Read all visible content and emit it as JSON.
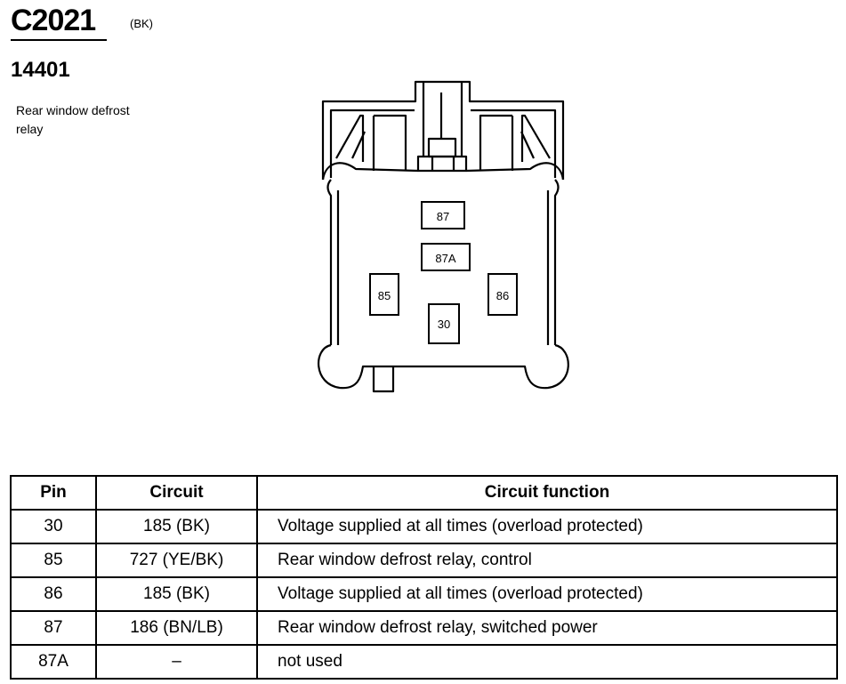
{
  "connector": {
    "id": "C2021",
    "color": "(BK)",
    "part_number": "14401",
    "description_lines": [
      "Rear window defrost",
      "relay"
    ]
  },
  "terminals": [
    {
      "label": "87"
    },
    {
      "label": "87A"
    },
    {
      "label": "85"
    },
    {
      "label": "86"
    },
    {
      "label": "30"
    }
  ],
  "table": {
    "headers": [
      "Pin",
      "Circuit",
      "Circuit function"
    ],
    "rows": [
      {
        "pin": "30",
        "circuit": "185 (BK)",
        "function": "Voltage supplied at all times (overload protected)"
      },
      {
        "pin": "85",
        "circuit": "727 (YE/BK)",
        "function": "Rear window defrost relay, control"
      },
      {
        "pin": "86",
        "circuit": "185 (BK)",
        "function": "Voltage supplied at all times (overload protected)"
      },
      {
        "pin": "87",
        "circuit": "186 (BN/LB)",
        "function": "Rear window defrost relay, switched power"
      },
      {
        "pin": "87A",
        "circuit": "–",
        "function": "not used"
      }
    ]
  }
}
